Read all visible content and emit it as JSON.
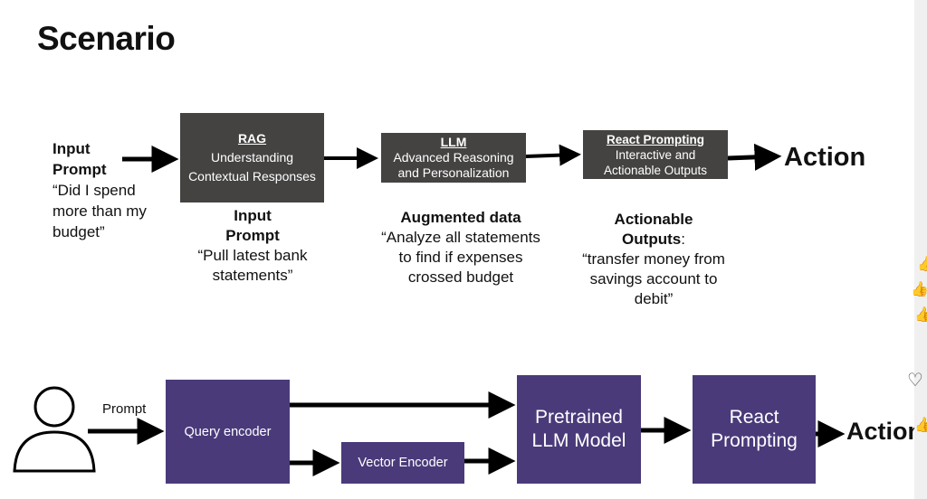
{
  "title": "Scenario",
  "top": {
    "input": {
      "label": "Input Prompt",
      "quote": "“Did I spend more than my budget”"
    },
    "rag": {
      "heading": "RAG",
      "text": "Understanding Contextual Responses",
      "caption_bold": "Input Prompt",
      "caption": "“Pull latest bank statements”"
    },
    "llm": {
      "heading": "LLM",
      "text": "Advanced Reasoning and Personalization",
      "caption_bold": "Augmented data",
      "caption": "“Analyze all statements to find if expenses crossed budget"
    },
    "react": {
      "heading": "React Prompting",
      "text": "Interactive and Actionable Outputs",
      "caption_bold": "Actionable Outputs",
      "caption_colon": ":",
      "caption": "“transfer money from savings account to debit”"
    },
    "action": "Action"
  },
  "bottom": {
    "prompt_label": "Prompt",
    "query_encoder": "Query encoder",
    "vector_encoder": "Vector Encoder",
    "llm_model": "Pretrained LLM Model",
    "react": "React Prompting",
    "action": "Action"
  },
  "colors": {
    "dark_box": "#444342",
    "purple_box": "#4a3a7a"
  },
  "side_icons": [
    "thumbs-up-icon",
    "thumbs-up-icon",
    "thumbs-up-icon",
    "heart-icon",
    "thumbs-up-icon"
  ]
}
